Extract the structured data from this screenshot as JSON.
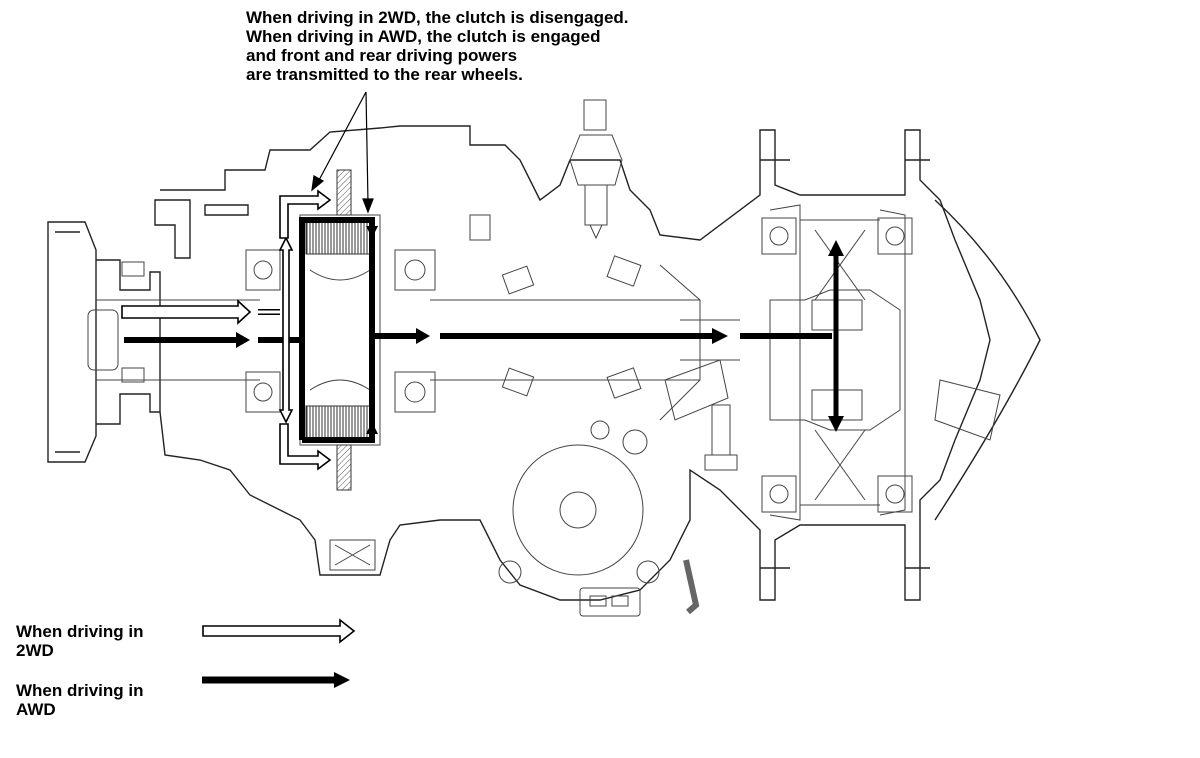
{
  "callout": {
    "lines": [
      "When driving in 2WD, the clutch is disengaged.",
      "When driving in AWD, the clutch is engaged",
      "and front and rear driving powers",
      "are transmitted to the rear wheels."
    ]
  },
  "legend": {
    "items": [
      {
        "lines": [
          "When driving in",
          "2WD"
        ],
        "arrow_style": "hollow",
        "color": "#000000"
      },
      {
        "lines": [
          "When driving in",
          "AWD"
        ],
        "arrow_style": "solid",
        "color": "#000000"
      }
    ]
  }
}
